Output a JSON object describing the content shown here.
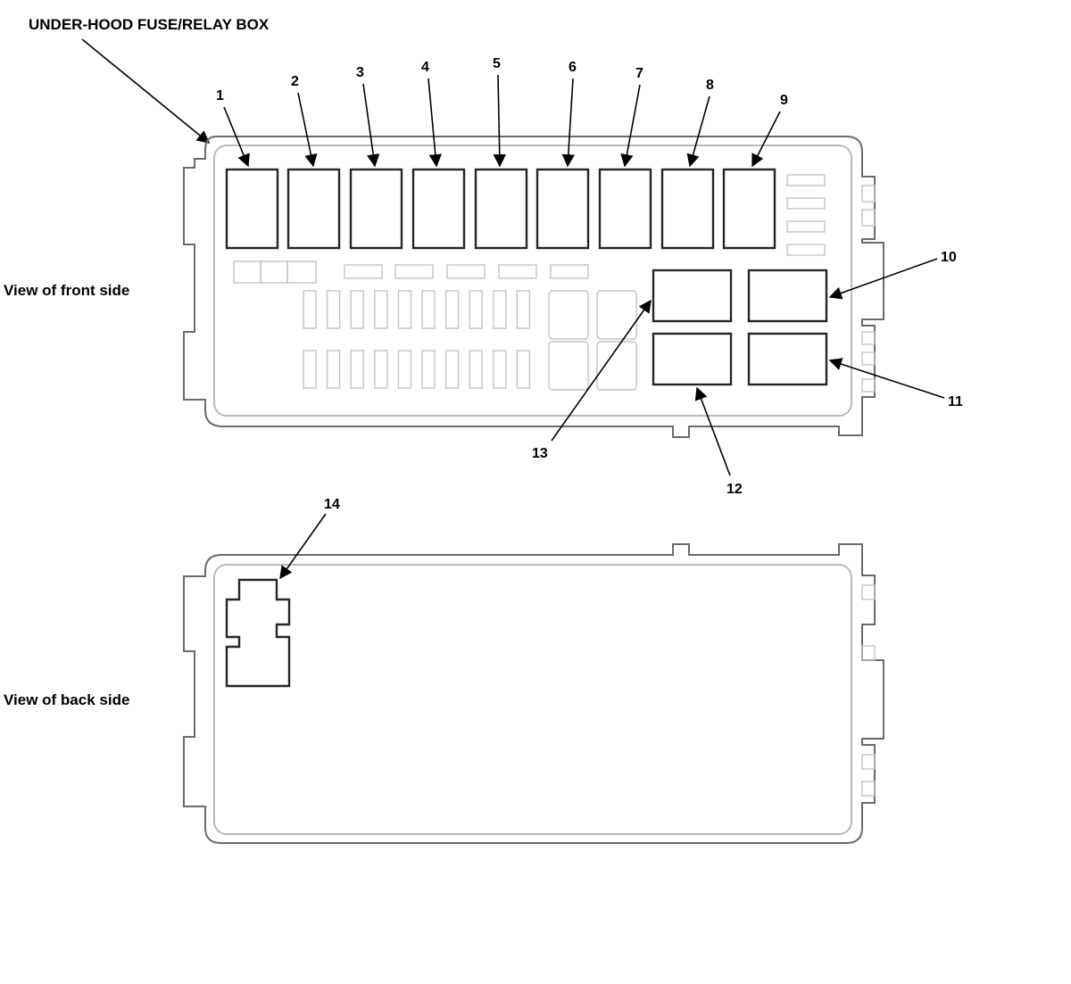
{
  "title": "UNDER-HOOD FUSE/RELAY BOX",
  "views": {
    "front": "View of front side",
    "back": "View of back side"
  },
  "callouts": [
    "1",
    "2",
    "3",
    "4",
    "5",
    "6",
    "7",
    "8",
    "9",
    "10",
    "11",
    "12",
    "13",
    "14"
  ]
}
